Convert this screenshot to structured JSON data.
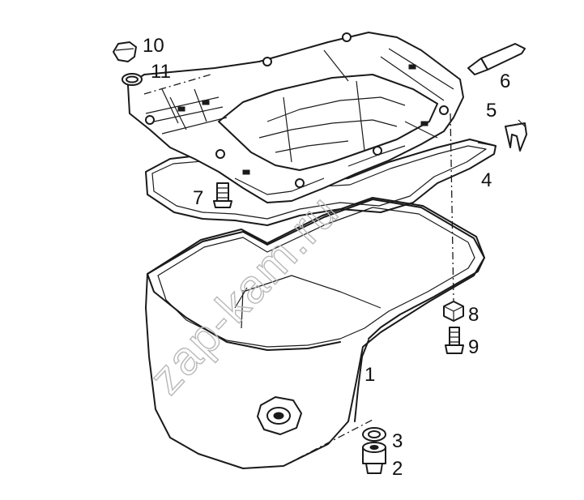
{
  "watermark": "zap-kam.ru",
  "callouts": [
    {
      "id": "1",
      "label": "1"
    },
    {
      "id": "2",
      "label": "2"
    },
    {
      "id": "3",
      "label": "3"
    },
    {
      "id": "4",
      "label": "4"
    },
    {
      "id": "5",
      "label": "5"
    },
    {
      "id": "6",
      "label": "6"
    },
    {
      "id": "7",
      "label": "7"
    },
    {
      "id": "8",
      "label": "8"
    },
    {
      "id": "9",
      "label": "9"
    },
    {
      "id": "10",
      "label": "10"
    },
    {
      "id": "11",
      "label": "11"
    }
  ],
  "colors": {
    "line": "#1a1a1a",
    "background": "#ffffff",
    "watermark": "#b8b8b8"
  }
}
